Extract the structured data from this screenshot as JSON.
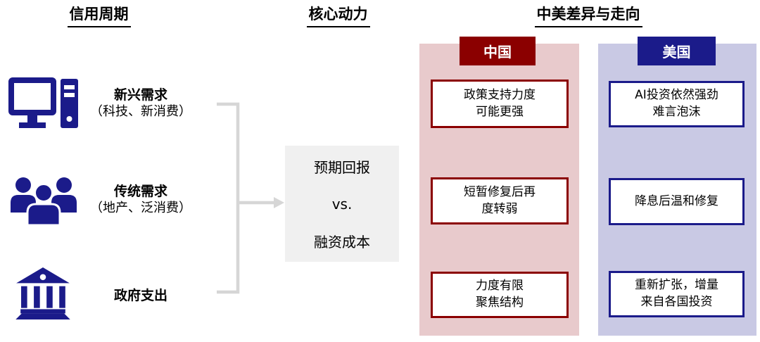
{
  "colors": {
    "navy": "#1B1B8A",
    "dark_red": "#8B0000",
    "china_column_bg": "#E8CACC",
    "us_column_bg": "#C9C9E4",
    "driver_box_bg": "#F0F0F0",
    "connector_gray": "#D6D6D6",
    "text": "#000000",
    "background": "#FFFFFF"
  },
  "headers": {
    "credit_cycle": "信用周期",
    "core_driver": "核心动力",
    "comparison": "中美差异与走向"
  },
  "credit_cycle": {
    "rows": [
      {
        "icon": "computer-icon",
        "title": "新兴需求",
        "subtitle": "（科技、新消费）"
      },
      {
        "icon": "people-icon",
        "title": "传统需求",
        "subtitle": "（地产、泛消费）"
      },
      {
        "icon": "bank-icon",
        "title": "政府支出",
        "subtitle": ""
      }
    ]
  },
  "core_driver_box": {
    "lines": [
      "预期回报",
      "vs.",
      "融资成本"
    ]
  },
  "comparison": {
    "columns": [
      {
        "label": "中国",
        "accent": "#8B0000",
        "background": "#E8CACC",
        "boxes": [
          {
            "lines": [
              "政策支持力度",
              "可能更强"
            ]
          },
          {
            "lines": [
              "短暂修复后再",
              "度转弱"
            ]
          },
          {
            "lines": [
              "力度有限",
              "聚焦结构"
            ]
          }
        ]
      },
      {
        "label": "美国",
        "accent": "#1B1B8A",
        "background": "#C9C9E4",
        "boxes": [
          {
            "lines": [
              "AI投资依然强劲",
              "难言泡沫"
            ]
          },
          {
            "lines": [
              "降息后温和修复"
            ]
          },
          {
            "lines": [
              "重新扩张，增量",
              "来自各国投资"
            ]
          }
        ]
      }
    ]
  }
}
